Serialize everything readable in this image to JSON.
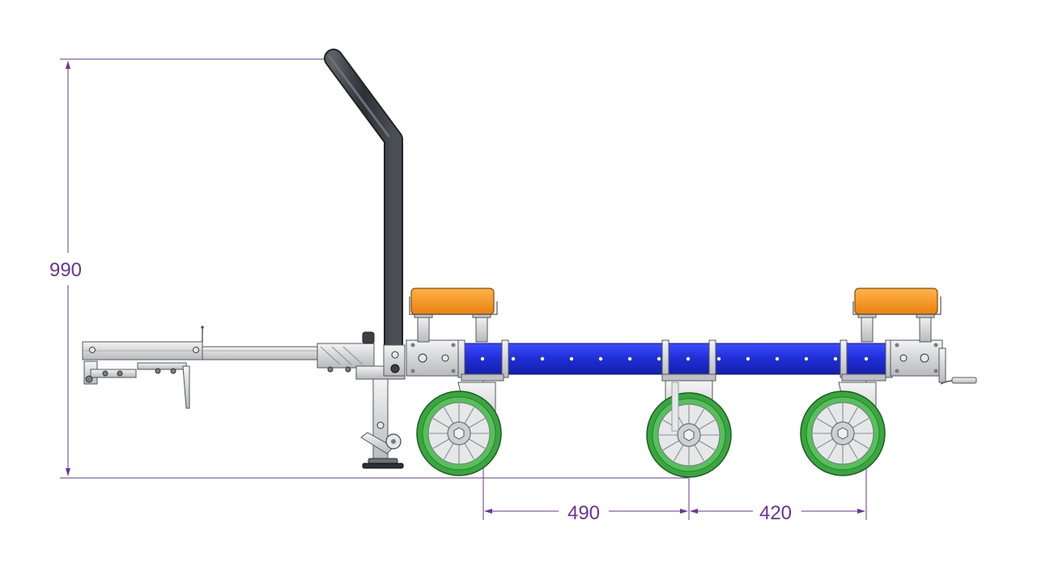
{
  "dimensions": {
    "height_label": "990",
    "rear_wheelbase_label": "490",
    "front_wheelbase_label": "420"
  },
  "colors": {
    "dimension_line": "#7030a0",
    "frame_blue": "#1f2dd6",
    "load_pad_orange": "#f7941d",
    "wheel_green": "#3aa640",
    "handle_dark": "#3c3f44",
    "steel_grey": "#d9dadc"
  }
}
